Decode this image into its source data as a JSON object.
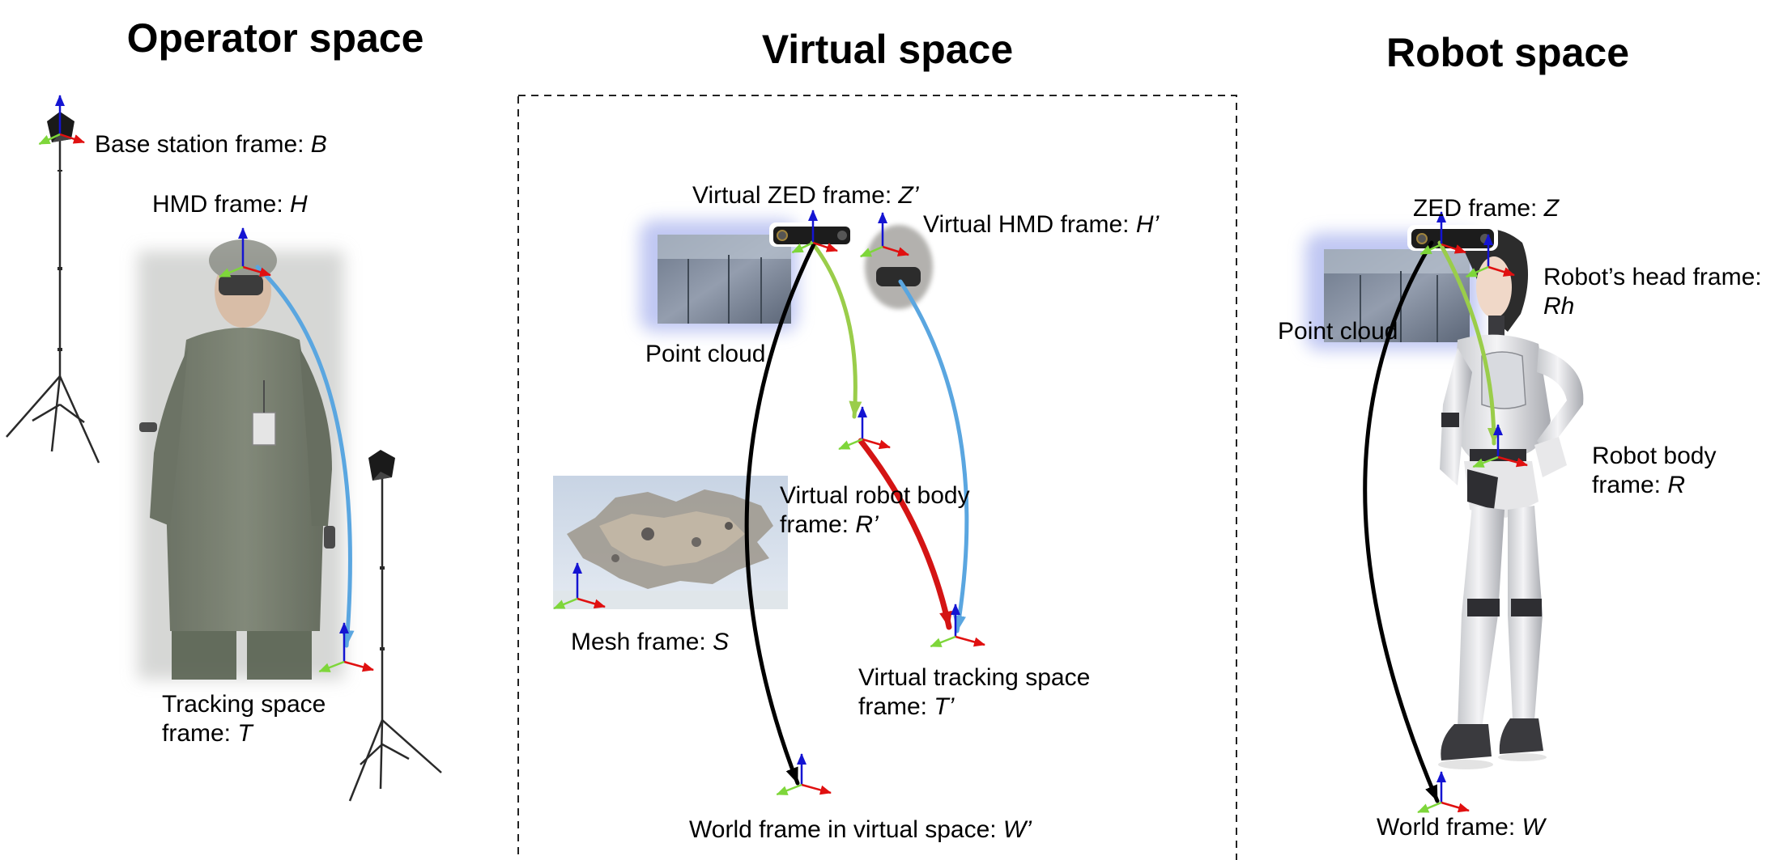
{
  "headings": {
    "operator": "Operator space",
    "virtual": "Virtual space",
    "robot": "Robot space"
  },
  "labels": {
    "base_station": {
      "text": "Base station frame: ",
      "symbol": "B"
    },
    "hmd": {
      "text": "HMD frame: ",
      "symbol": "H"
    },
    "tracking_line1": "Tracking space",
    "tracking_line2": {
      "text": "frame: ",
      "symbol": "T"
    },
    "virtual_zed": {
      "text": "Virtual ZED frame: ",
      "symbol": "Z’"
    },
    "virtual_hmd": {
      "text": "Virtual HMD frame: ",
      "symbol": "H’"
    },
    "point_cloud_virtual": "Point cloud",
    "virtual_robot_line1": "Virtual robot body",
    "virtual_robot_line2": {
      "text": "frame: ",
      "symbol": "R’"
    },
    "mesh": {
      "text": "Mesh frame: ",
      "symbol": "S"
    },
    "virtual_tracking_line1": "Virtual tracking space",
    "virtual_tracking_line2": {
      "text": "frame: ",
      "symbol": "T’"
    },
    "world_virtual": {
      "text": "World frame in virtual space: ",
      "symbol": "W’"
    },
    "zed": {
      "text": "ZED frame: ",
      "symbol": "Z"
    },
    "robot_head_line1": "Robot’s head frame:",
    "robot_head_line2": {
      "symbol": "Rh"
    },
    "point_cloud_robot": "Point cloud",
    "robot_body_line1": "Robot body",
    "robot_body_line2": {
      "text": "frame: ",
      "symbol": "R"
    },
    "world": {
      "text": "World frame: ",
      "symbol": "W"
    }
  },
  "colors": {
    "axis_x": "#e01010",
    "axis_y": "#7ed63a",
    "axis_z": "#1414d2",
    "arrow_blue": "#5aa6e0",
    "arrow_green": "#9acd4a",
    "arrow_red": "#d41414",
    "arrow_black": "#000000"
  },
  "icons": {
    "frame": "coordinate-frame-icon",
    "base_station": "base-station-icon",
    "tripod": "tripod-icon",
    "operator": "operator-person-icon",
    "robot": "humanoid-robot-icon",
    "camera": "zed-camera-icon",
    "headset": "hmd-headset-icon",
    "mesh": "mesh-icon",
    "point_cloud": "point-cloud-icon"
  }
}
